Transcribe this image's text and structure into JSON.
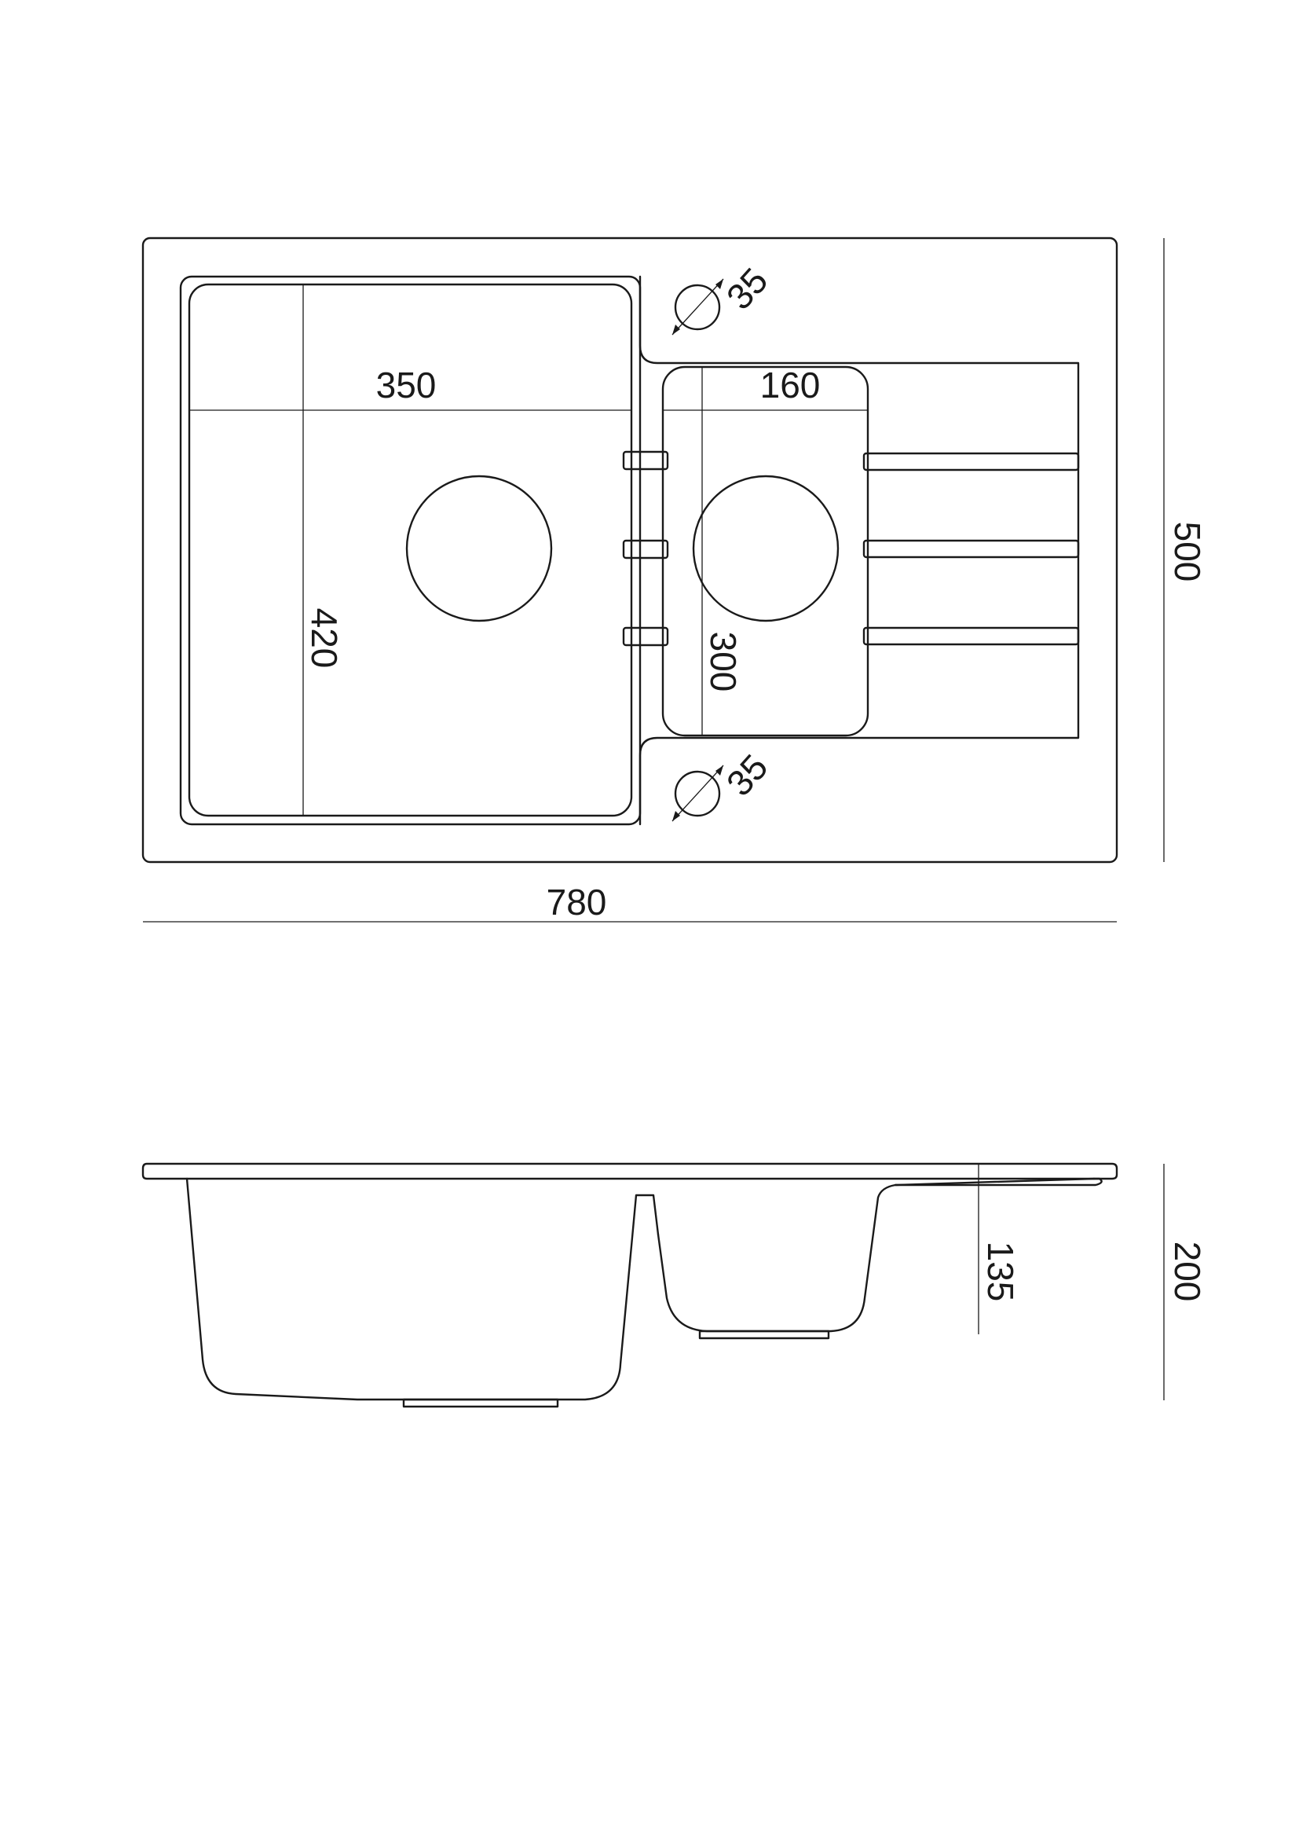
{
  "top_view": {
    "width_label": "780",
    "height_label": "500",
    "main_bowl_width_label": "350",
    "main_bowl_depth_label": "420",
    "small_bowl_width_label": "160",
    "small_bowl_depth_label": "300",
    "tap_hole_top_label": "35",
    "tap_hole_bottom_label": "35"
  },
  "side_view": {
    "total_height_label": "200",
    "bowl_depth_label": "135"
  }
}
